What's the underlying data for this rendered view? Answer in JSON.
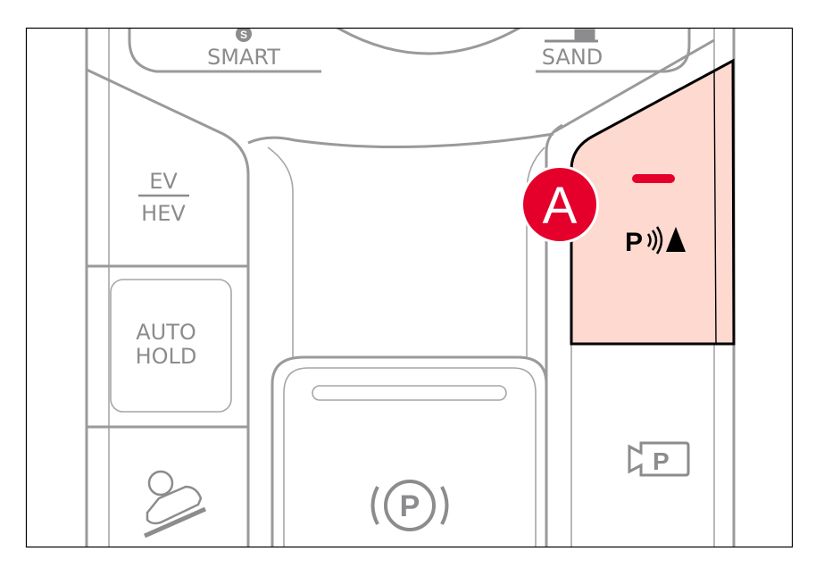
{
  "diagram": {
    "buttons": {
      "smart": "SMART",
      "smart_badge": "S",
      "sand": "SAND",
      "ev": "EV",
      "hev": "HEV",
      "auto": "AUTO",
      "hold": "HOLD",
      "parking_brake": "P",
      "camera": "P",
      "parking_assist": "P"
    },
    "callout": {
      "label": "A"
    },
    "colors": {
      "highlight": "#fdd9d0",
      "callout": "#e4002b",
      "indicator": "#e4002b",
      "outline": "#9a9a9c"
    }
  }
}
